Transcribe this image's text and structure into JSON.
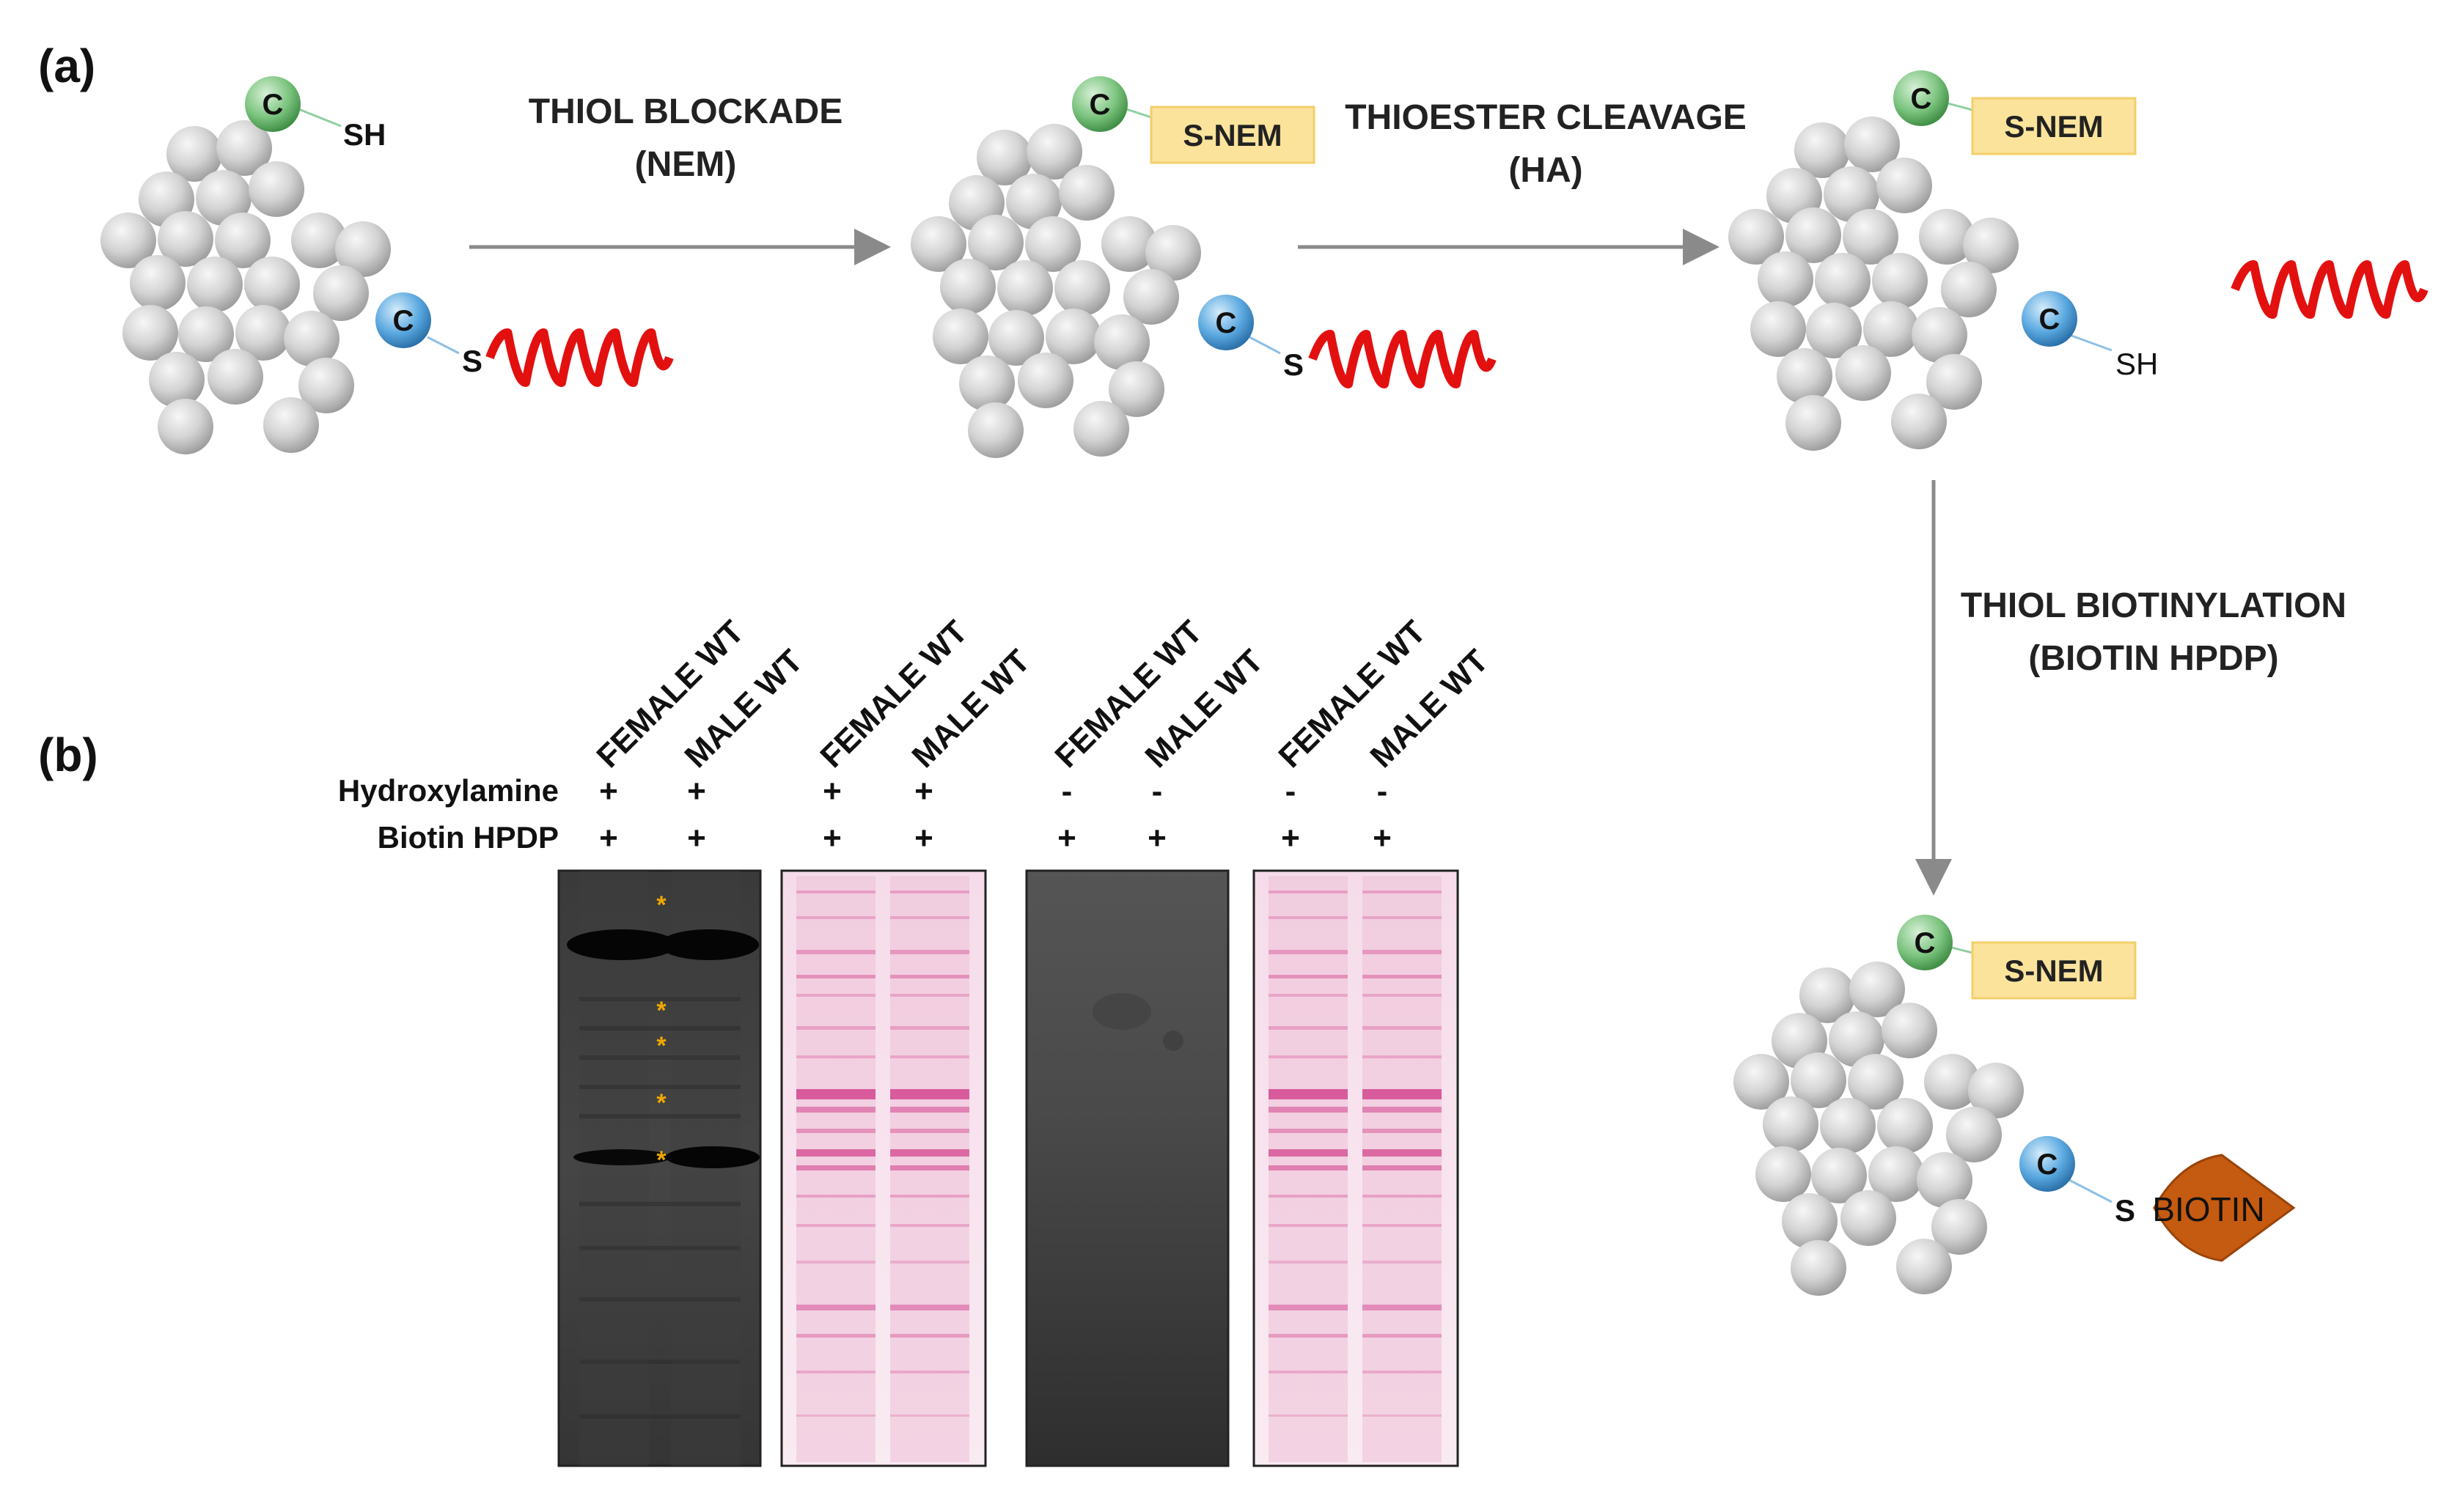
{
  "panels": {
    "a": "(a)",
    "b": "(b)"
  },
  "steps": [
    {
      "line1": "THIOL BLOCKADE",
      "line2": "(NEM)"
    },
    {
      "line1": "THIOESTER CLEAVAGE",
      "line2": "(HA)"
    },
    {
      "line1": "THIOL BIOTINYLATION",
      "line2": "(BIOTIN HPDP)"
    }
  ],
  "labels": {
    "cysteine": "C",
    "sh": "SH",
    "s": "S",
    "s_nem": "S-NEM",
    "biotin": "BIOTIN"
  },
  "gel": {
    "lanes": [
      "FEMALE WT",
      "MALE WT",
      "FEMALE WT",
      "MALE WT",
      "FEMALE WT",
      "MALE WT",
      "FEMALE WT",
      "MALE WT"
    ],
    "row_labels": [
      "Hydroxylamine",
      "Biotin HPDP"
    ],
    "hydroxylamine": [
      "+",
      "+",
      "+",
      "+",
      "-",
      "-",
      "-",
      "-"
    ],
    "biotin_hpdp": [
      "+",
      "+",
      "+",
      "+",
      "+",
      "+",
      "+",
      "+"
    ],
    "band_marker": "*"
  },
  "colors": {
    "green_cys": "#7cc47f",
    "blue_cys": "#5aa8e0",
    "palmitate": "#e31010",
    "nem_box": "#fbe39c",
    "biotin": "#c55a11",
    "arrow": "#8a8a8a",
    "ponceau": "#d4478f",
    "star": "#f0a800"
  }
}
